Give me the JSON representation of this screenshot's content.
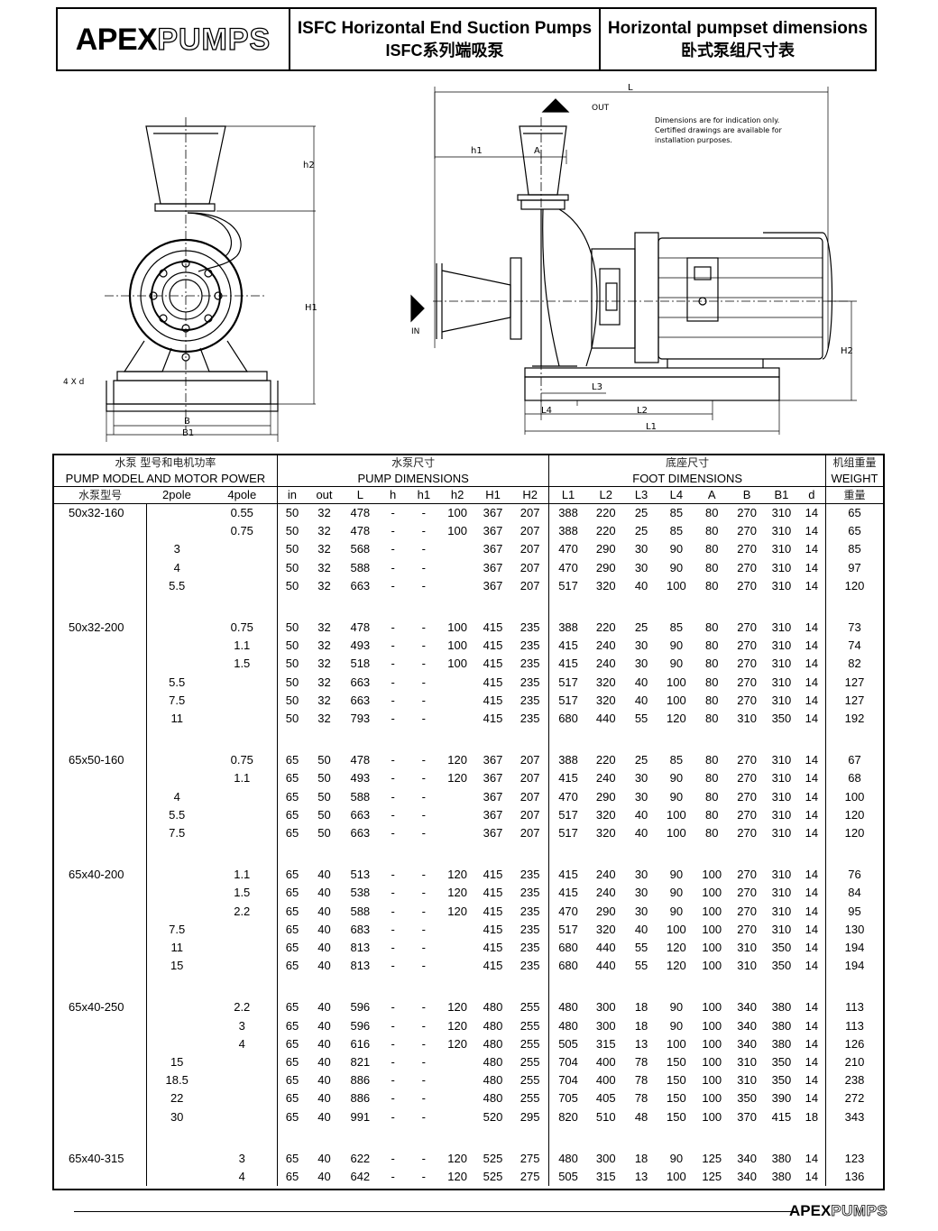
{
  "header": {
    "logo_bold": "APEX",
    "logo_outline": "PUMPS",
    "title_en": "ISFC Horizontal End Suction Pumps",
    "title_zh": "ISFC系列端吸泵",
    "section_en": "Horizontal pumpset dimensions",
    "section_zh": "卧式泵组尺寸表"
  },
  "drawing": {
    "labels": {
      "h2": "h2",
      "H1": "H1",
      "B": "B",
      "B1": "B1",
      "bolt": "4 X d",
      "L": "L",
      "out": "OUT",
      "in": "IN",
      "h1": "h1",
      "A": "A",
      "L1": "L1",
      "L2": "L2",
      "L3": "L3",
      "L4": "L4",
      "H2": "H2"
    },
    "note_lines": [
      "Dimensions are for indication only.",
      "Certified drawings are available for",
      "installation purposes."
    ]
  },
  "table": {
    "group_headers_zh": [
      "水泵 型号和电机功率",
      "水泵尺寸",
      "底座尺寸",
      "机组重量"
    ],
    "group_headers_en": [
      "PUMP MODEL AND MOTOR POWER",
      "PUMP DIMENSIONS",
      "FOOT DIMENSIONS",
      "WEIGHT"
    ],
    "col_model_zh": "水泵型号",
    "col_weight_zh": "重量",
    "columns": [
      "2pole",
      "4pole",
      "in",
      "out",
      "L",
      "h",
      "h1",
      "h2",
      "H1",
      "H2",
      "L1",
      "L2",
      "L3",
      "L4",
      "A",
      "B",
      "B1",
      "d"
    ],
    "groups": [
      {
        "model": "50x32-160",
        "rows": [
          [
            "",
            "0.55",
            "50",
            "32",
            "478",
            "-",
            "-",
            "100",
            "367",
            "207",
            "388",
            "220",
            "25",
            "85",
            "80",
            "270",
            "310",
            "14",
            "65"
          ],
          [
            "",
            "0.75",
            "50",
            "32",
            "478",
            "-",
            "-",
            "100",
            "367",
            "207",
            "388",
            "220",
            "25",
            "85",
            "80",
            "270",
            "310",
            "14",
            "65"
          ],
          [
            "3",
            "",
            "50",
            "32",
            "568",
            "-",
            "-",
            "",
            "367",
            "207",
            "470",
            "290",
            "30",
            "90",
            "80",
            "270",
            "310",
            "14",
            "85"
          ],
          [
            "4",
            "",
            "50",
            "32",
            "588",
            "-",
            "-",
            "",
            "367",
            "207",
            "470",
            "290",
            "30",
            "90",
            "80",
            "270",
            "310",
            "14",
            "97"
          ],
          [
            "5.5",
            "",
            "50",
            "32",
            "663",
            "-",
            "-",
            "",
            "367",
            "207",
            "517",
            "320",
            "40",
            "100",
            "80",
            "270",
            "310",
            "14",
            "120"
          ]
        ]
      },
      {
        "model": "50x32-200",
        "rows": [
          [
            "",
            "0.75",
            "50",
            "32",
            "478",
            "-",
            "-",
            "100",
            "415",
            "235",
            "388",
            "220",
            "25",
            "85",
            "80",
            "270",
            "310",
            "14",
            "73"
          ],
          [
            "",
            "1.1",
            "50",
            "32",
            "493",
            "-",
            "-",
            "100",
            "415",
            "235",
            "415",
            "240",
            "30",
            "90",
            "80",
            "270",
            "310",
            "14",
            "74"
          ],
          [
            "",
            "1.5",
            "50",
            "32",
            "518",
            "-",
            "-",
            "100",
            "415",
            "235",
            "415",
            "240",
            "30",
            "90",
            "80",
            "270",
            "310",
            "14",
            "82"
          ],
          [
            "5.5",
            "",
            "50",
            "32",
            "663",
            "-",
            "-",
            "",
            "415",
            "235",
            "517",
            "320",
            "40",
            "100",
            "80",
            "270",
            "310",
            "14",
            "127"
          ],
          [
            "7.5",
            "",
            "50",
            "32",
            "663",
            "-",
            "-",
            "",
            "415",
            "235",
            "517",
            "320",
            "40",
            "100",
            "80",
            "270",
            "310",
            "14",
            "127"
          ],
          [
            "11",
            "",
            "50",
            "32",
            "793",
            "-",
            "-",
            "",
            "415",
            "235",
            "680",
            "440",
            "55",
            "120",
            "80",
            "310",
            "350",
            "14",
            "192"
          ]
        ]
      },
      {
        "model": "65x50-160",
        "rows": [
          [
            "",
            "0.75",
            "65",
            "50",
            "478",
            "-",
            "-",
            "120",
            "367",
            "207",
            "388",
            "220",
            "25",
            "85",
            "80",
            "270",
            "310",
            "14",
            "67"
          ],
          [
            "",
            "1.1",
            "65",
            "50",
            "493",
            "-",
            "-",
            "120",
            "367",
            "207",
            "415",
            "240",
            "30",
            "90",
            "80",
            "270",
            "310",
            "14",
            "68"
          ],
          [
            "4",
            "",
            "65",
            "50",
            "588",
            "-",
            "-",
            "",
            "367",
            "207",
            "470",
            "290",
            "30",
            "90",
            "80",
            "270",
            "310",
            "14",
            "100"
          ],
          [
            "5.5",
            "",
            "65",
            "50",
            "663",
            "-",
            "-",
            "",
            "367",
            "207",
            "517",
            "320",
            "40",
            "100",
            "80",
            "270",
            "310",
            "14",
            "120"
          ],
          [
            "7.5",
            "",
            "65",
            "50",
            "663",
            "-",
            "-",
            "",
            "367",
            "207",
            "517",
            "320",
            "40",
            "100",
            "80",
            "270",
            "310",
            "14",
            "120"
          ]
        ]
      },
      {
        "model": "65x40-200",
        "rows": [
          [
            "",
            "1.1",
            "65",
            "40",
            "513",
            "-",
            "-",
            "120",
            "415",
            "235",
            "415",
            "240",
            "30",
            "90",
            "100",
            "270",
            "310",
            "14",
            "76"
          ],
          [
            "",
            "1.5",
            "65",
            "40",
            "538",
            "-",
            "-",
            "120",
            "415",
            "235",
            "415",
            "240",
            "30",
            "90",
            "100",
            "270",
            "310",
            "14",
            "84"
          ],
          [
            "",
            "2.2",
            "65",
            "40",
            "588",
            "-",
            "-",
            "120",
            "415",
            "235",
            "470",
            "290",
            "30",
            "90",
            "100",
            "270",
            "310",
            "14",
            "95"
          ],
          [
            "7.5",
            "",
            "65",
            "40",
            "683",
            "-",
            "-",
            "",
            "415",
            "235",
            "517",
            "320",
            "40",
            "100",
            "100",
            "270",
            "310",
            "14",
            "130"
          ],
          [
            "11",
            "",
            "65",
            "40",
            "813",
            "-",
            "-",
            "",
            "415",
            "235",
            "680",
            "440",
            "55",
            "120",
            "100",
            "310",
            "350",
            "14",
            "194"
          ],
          [
            "15",
            "",
            "65",
            "40",
            "813",
            "-",
            "-",
            "",
            "415",
            "235",
            "680",
            "440",
            "55",
            "120",
            "100",
            "310",
            "350",
            "14",
            "194"
          ]
        ]
      },
      {
        "model": "65x40-250",
        "rows": [
          [
            "",
            "2.2",
            "65",
            "40",
            "596",
            "-",
            "-",
            "120",
            "480",
            "255",
            "480",
            "300",
            "18",
            "90",
            "100",
            "340",
            "380",
            "14",
            "113"
          ],
          [
            "",
            "3",
            "65",
            "40",
            "596",
            "-",
            "-",
            "120",
            "480",
            "255",
            "480",
            "300",
            "18",
            "90",
            "100",
            "340",
            "380",
            "14",
            "113"
          ],
          [
            "",
            "4",
            "65",
            "40",
            "616",
            "-",
            "-",
            "120",
            "480",
            "255",
            "505",
            "315",
            "13",
            "100",
            "100",
            "340",
            "380",
            "14",
            "126"
          ],
          [
            "15",
            "",
            "65",
            "40",
            "821",
            "-",
            "-",
            "",
            "480",
            "255",
            "704",
            "400",
            "78",
            "150",
            "100",
            "310",
            "350",
            "14",
            "210"
          ],
          [
            "18.5",
            "",
            "65",
            "40",
            "886",
            "-",
            "-",
            "",
            "480",
            "255",
            "704",
            "400",
            "78",
            "150",
            "100",
            "310",
            "350",
            "14",
            "238"
          ],
          [
            "22",
            "",
            "65",
            "40",
            "886",
            "-",
            "-",
            "",
            "480",
            "255",
            "705",
            "405",
            "78",
            "150",
            "100",
            "350",
            "390",
            "14",
            "272"
          ],
          [
            "30",
            "",
            "65",
            "40",
            "991",
            "-",
            "-",
            "",
            "520",
            "295",
            "820",
            "510",
            "48",
            "150",
            "100",
            "370",
            "415",
            "18",
            "343"
          ]
        ]
      },
      {
        "model": "65x40-315",
        "rows": [
          [
            "",
            "3",
            "65",
            "40",
            "622",
            "-",
            "-",
            "120",
            "525",
            "275",
            "480",
            "300",
            "18",
            "90",
            "125",
            "340",
            "380",
            "14",
            "123"
          ],
          [
            "",
            "4",
            "65",
            "40",
            "642",
            "-",
            "-",
            "120",
            "525",
            "275",
            "505",
            "315",
            "13",
            "100",
            "125",
            "340",
            "380",
            "14",
            "136"
          ]
        ]
      }
    ]
  },
  "footer": {
    "logo_bold": "APEX",
    "logo_outline": "PUMPS"
  }
}
